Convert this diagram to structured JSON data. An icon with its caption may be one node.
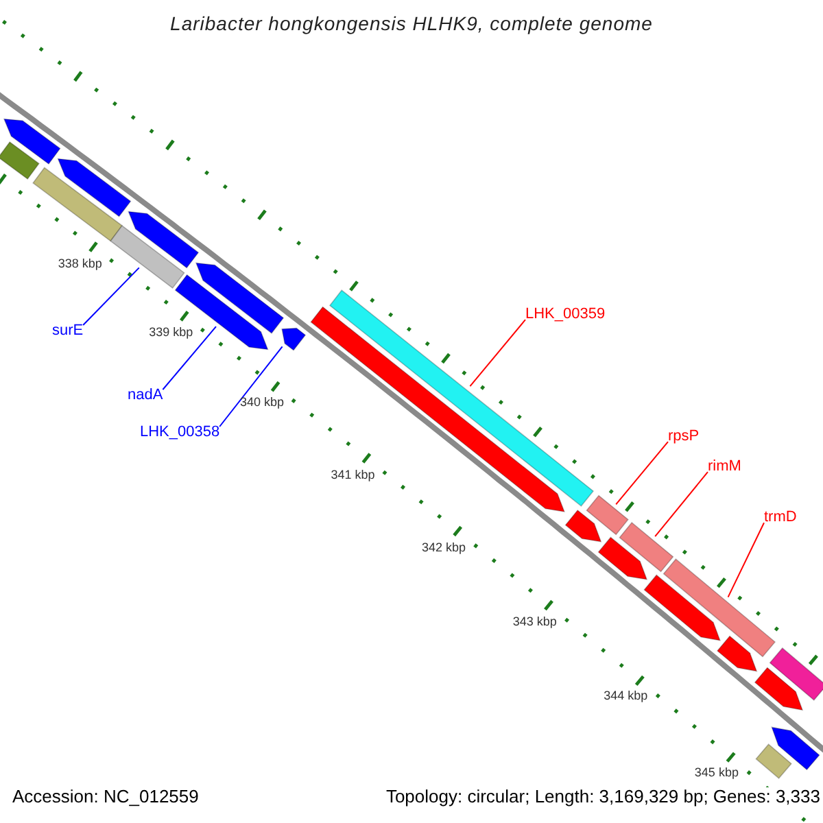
{
  "diagram": {
    "title": "Laribacter hongkongensis HLHK9, complete genome",
    "nodes": [
      {
        "text": [
          "surE"
        ]
      },
      {
        "text": [
          "nadA"
        ]
      },
      {
        "text": [
          "LHK_00358"
        ]
      },
      {
        "text": [
          "LHK_00359"
        ]
      },
      {
        "text": [
          "rpsP"
        ]
      },
      {
        "text": [
          "rimM"
        ]
      },
      {
        "text": [
          "trmD"
        ]
      },
      {
        "text": [],
        "shape": "arrow"
      },
      {
        "text": [],
        "shape": "bar"
      },
      {
        "text": [],
        "shape": "bar"
      },
      {
        "text": [],
        "shape": "arrow"
      },
      {
        "text": [],
        "shape": "arrow"
      },
      {
        "text": [],
        "shape": "bar"
      },
      {
        "text": [],
        "shape": "arrow"
      },
      {
        "text": [],
        "shape": "arrow"
      },
      {
        "text": [],
        "shape": "arrow"
      },
      {
        "text": [],
        "shape": "arrow"
      },
      {
        "text": [],
        "shape": "bar"
      },
      {
        "text": [],
        "shape": "arrow"
      },
      {
        "text": [],
        "shape": "bar"
      },
      {
        "text": [],
        "shape": "arrow"
      },
      {
        "text": [],
        "shape": "bar"
      },
      {
        "text": [],
        "shape": "arrow"
      },
      {
        "text": [],
        "shape": "bar"
      },
      {
        "text": [],
        "shape": "arrow"
      },
      {
        "text": [],
        "shape": "bar"
      },
      {
        "text": [],
        "shape": "arrow"
      },
      {
        "text": [],
        "shape": "arrow"
      },
      {
        "text": [],
        "shape": "bar"
      }
    ],
    "edges": [
      {
        "from": 0,
        "to": 12,
        "arrow": "none",
        "color": "#0000ff"
      },
      {
        "from": 1,
        "to": 14,
        "arrow": "none",
        "color": "#0000ff"
      },
      {
        "from": 2,
        "to": 15,
        "arrow": "none",
        "color": "#0000ff"
      },
      {
        "from": 3,
        "to": 17,
        "arrow": "none"
      },
      {
        "from": 4,
        "to": 19,
        "arrow": "none"
      },
      {
        "from": 5,
        "to": 21,
        "arrow": "none"
      },
      {
        "from": 6,
        "to": 23,
        "arrow": "none"
      }
    ],
    "labels": [
      "338 kbp",
      "339 kbp",
      "340 kbp",
      "341 kbp",
      "342 kbp",
      "343 kbp",
      "344 kbp",
      "345 kbp",
      "Accession: NC_012559",
      "Topology: circular; Length: 3,169,329 bp; Genes: 3,333"
    ]
  }
}
